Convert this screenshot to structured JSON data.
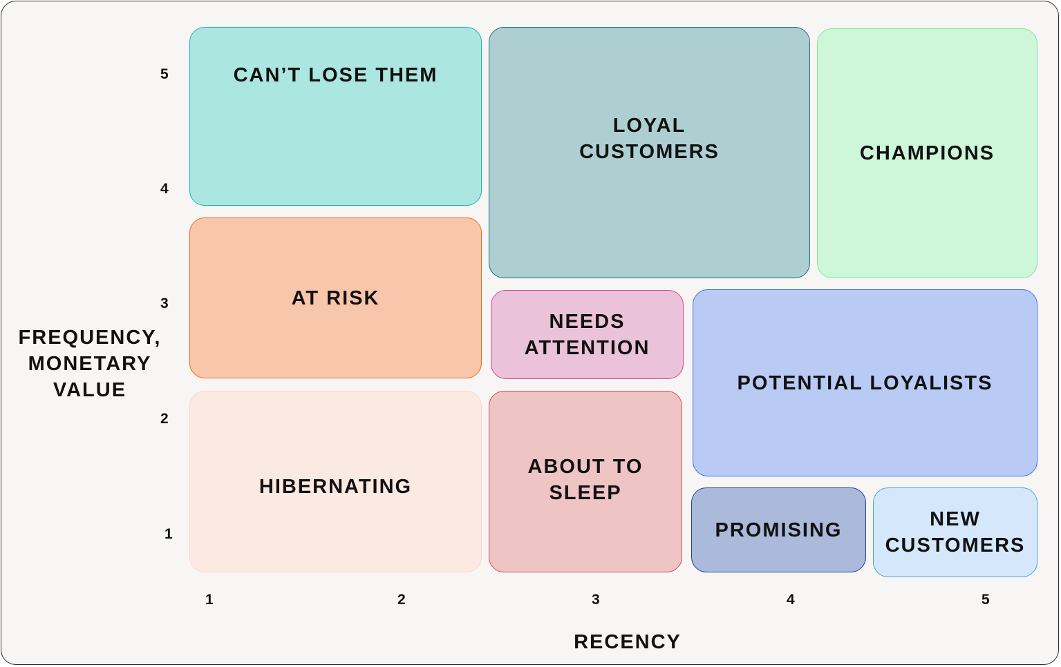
{
  "axes": {
    "x_label": "RECENCY",
    "y_label": "FREQUENCY,\nMONETARY\nVALUE",
    "x_ticks": [
      "1",
      "2",
      "3",
      "4",
      "5"
    ],
    "y_ticks": [
      "5",
      "4",
      "3",
      "2",
      "1"
    ]
  },
  "segments": {
    "cant_lose_them": {
      "label": "CAN’T LOSE THEM",
      "fill": "#ace6e1",
      "border": "#1fb5ad"
    },
    "loyal_customers": {
      "label": "LOYAL\nCUSTOMERS",
      "fill": "#aecfd1",
      "border": "#1e6a7b"
    },
    "champions": {
      "label": "CHAMPIONS",
      "fill": "#cdf7d8",
      "border": "#7fe7a0"
    },
    "at_risk": {
      "label": "AT RISK",
      "fill": "#f8c6ab",
      "border": "#ec6a21"
    },
    "needs_attention": {
      "label": "NEEDS\nATTENTION",
      "fill": "#eac2da",
      "border": "#d04a9a"
    },
    "potential_loyalists": {
      "label": "POTENTIAL LOYALISTS",
      "fill": "#b9cbf4",
      "border": "#3d6ee0"
    },
    "hibernating": {
      "label": "HIBERNATING",
      "fill": "#fbeae2",
      "border": "#f9d8c8"
    },
    "about_to_sleep": {
      "label": "ABOUT TO\nSLEEP",
      "fill": "#efc4c5",
      "border": "#d8485a"
    },
    "promising": {
      "label": "PROMISING",
      "fill": "#abb9da",
      "border": "#1c3f9e"
    },
    "new_customers": {
      "label": "NEW\nCUSTOMERS",
      "fill": "#d5e8fb",
      "border": "#4f9be3"
    }
  }
}
